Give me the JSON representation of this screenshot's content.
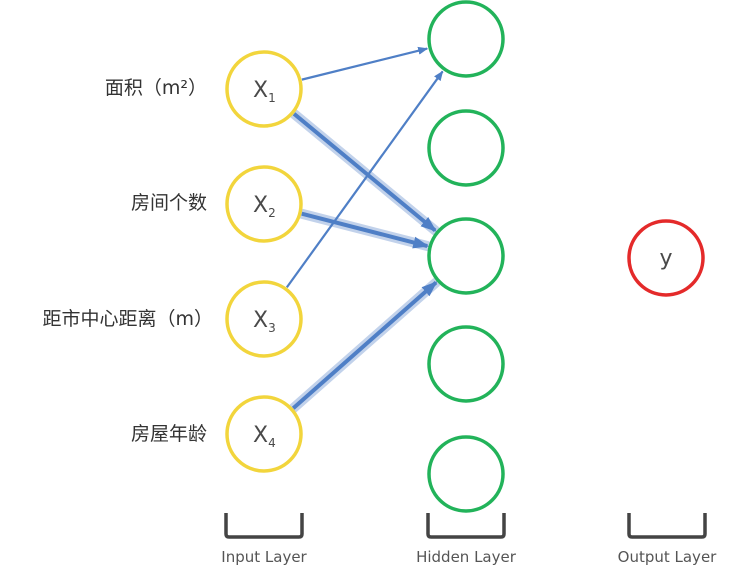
{
  "features": [
    {
      "label": "面积（m²）"
    },
    {
      "label": "房间个数"
    },
    {
      "label": "距市中心距离（m）"
    },
    {
      "label": "房屋年龄"
    }
  ],
  "input_nodes": [
    {
      "text": "X",
      "sub": "1"
    },
    {
      "text": "X",
      "sub": "2"
    },
    {
      "text": "X",
      "sub": "3"
    },
    {
      "text": "X",
      "sub": "4"
    }
  ],
  "hidden_node_count": 5,
  "output_node": {
    "text": "y"
  },
  "layers": {
    "input": "Input Layer",
    "hidden": "Hidden Layer",
    "output": "Output Layer"
  },
  "colors": {
    "input_node": "#f2d53c",
    "hidden_node": "#22b35a",
    "output_node": "#e42a2a",
    "arrow": "#4f7fc6",
    "bracket": "#444444"
  },
  "connections": [
    {
      "from": 1,
      "to": 1,
      "emphasis": "thin"
    },
    {
      "from": 1,
      "to": 3,
      "emphasis": "thick"
    },
    {
      "from": 2,
      "to": 3,
      "emphasis": "thick"
    },
    {
      "from": 3,
      "to": 1,
      "emphasis": "thin"
    },
    {
      "from": 4,
      "to": 3,
      "emphasis": "thick"
    }
  ]
}
